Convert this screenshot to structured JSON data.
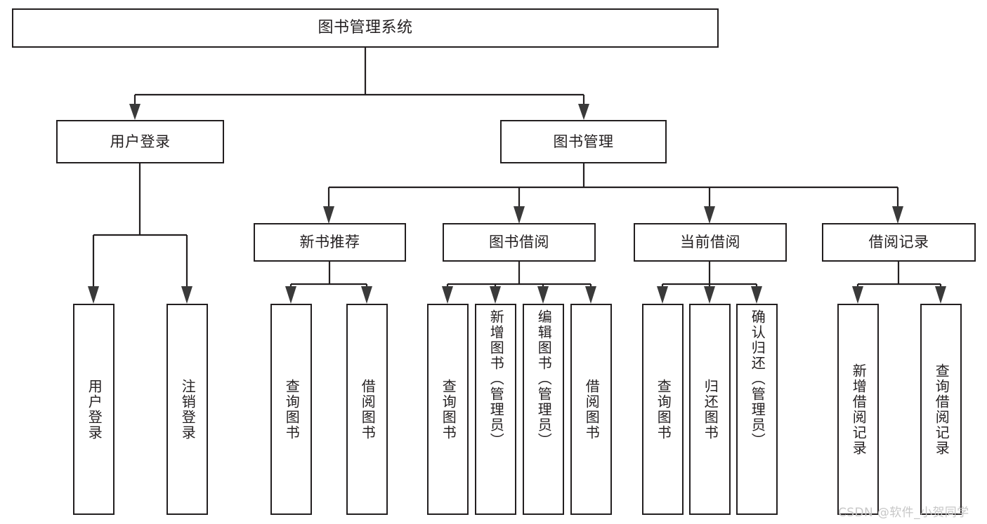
{
  "diagram": {
    "type": "tree-hierarchy-chart",
    "title": "图书管理系统",
    "root": {
      "id": "root",
      "label": "图书管理系统",
      "orientation": "horizontal"
    },
    "level2": [
      {
        "id": "user-login",
        "label": "用户登录",
        "orientation": "horizontal"
      },
      {
        "id": "book-manage",
        "label": "图书管理",
        "orientation": "horizontal"
      }
    ],
    "level3": [
      {
        "id": "new-book-recommend",
        "label": "新书推荐",
        "orientation": "horizontal",
        "parent": "book-manage"
      },
      {
        "id": "book-borrow",
        "label": "图书借阅",
        "orientation": "horizontal",
        "parent": "book-manage"
      },
      {
        "id": "current-borrow",
        "label": "当前借阅",
        "orientation": "horizontal",
        "parent": "book-manage"
      },
      {
        "id": "borrow-record",
        "label": "借阅记录",
        "orientation": "horizontal",
        "parent": "book-manage"
      }
    ],
    "leaves": {
      "user_login": [
        {
          "id": "leaf-user-login",
          "label": "用户登录"
        },
        {
          "id": "leaf-user-logout",
          "label": "注销登录"
        }
      ],
      "new_book_recommend": [
        {
          "id": "leaf-query-book-1",
          "label": "查询图书"
        },
        {
          "id": "leaf-borrow-book-1",
          "label": "借阅图书"
        }
      ],
      "book_borrow": [
        {
          "id": "leaf-query-book-2",
          "label": "查询图书"
        },
        {
          "id": "leaf-add-book",
          "label": "新增图书（管理员）"
        },
        {
          "id": "leaf-edit-book",
          "label": "编辑图书（管理员）"
        },
        {
          "id": "leaf-borrow-book-2",
          "label": "借阅图书"
        }
      ],
      "current_borrow": [
        {
          "id": "leaf-query-book-3",
          "label": "查询图书"
        },
        {
          "id": "leaf-return-book",
          "label": "归还图书"
        },
        {
          "id": "leaf-confirm-return",
          "label": "确认归还（管理员）"
        }
      ],
      "borrow_record": [
        {
          "id": "leaf-add-record",
          "label": "新增借阅记录"
        },
        {
          "id": "leaf-query-record",
          "label": "查询借阅记录"
        }
      ]
    }
  },
  "watermark": {
    "text": "CSDN @软件_小贺同学"
  },
  "colors": {
    "box_border": "#231f20",
    "box_fill": "#ffffff",
    "text": "#231f20",
    "connector": "#231f20",
    "arrow_head": "#3a3a3a",
    "watermark": "#c7c7c7",
    "background": "#ffffff"
  }
}
